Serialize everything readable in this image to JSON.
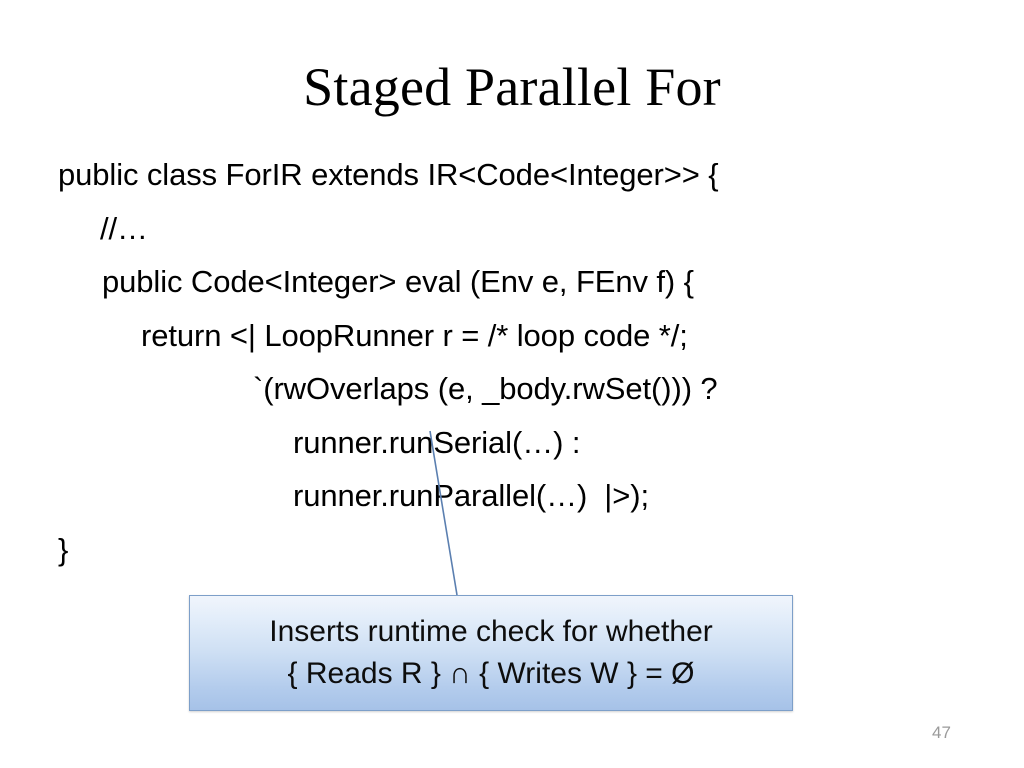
{
  "slide": {
    "title": "Staged Parallel For",
    "page_number": "47",
    "background_color": "#ffffff",
    "text_color": "#000000",
    "page_number_color": "#9a9a9a"
  },
  "code": {
    "lines": [
      {
        "text": "public class ForIR extends IR<Code<Integer>> {",
        "indent": 0
      },
      {
        "text": "//…",
        "indent": 1
      },
      {
        "text": "public Code<Integer> eval (Env e, FEnv f) {",
        "indent": 2
      },
      {
        "text": "return <| LoopRunner r = /* loop code */;",
        "indent": 3
      },
      {
        "text": "`(rwOverlaps (e, _body.rwSet())) ?",
        "indent": 4
      },
      {
        "text": "runner.runSerial(…) :",
        "indent": 5
      },
      {
        "text": "runner.runParallel(…)  |>);",
        "indent": 6
      },
      {
        "text": "}",
        "indent": 7
      }
    ]
  },
  "callout": {
    "line1": "Inserts runtime check for whether",
    "line2": "{ Reads R } ∩ { Writes W } = Ø",
    "border_color": "#7d9fc9",
    "fill_top_color": "#f0f5fc",
    "fill_bottom_color": "#a6c2e8",
    "text_color": "#0d0d0d"
  },
  "connector": {
    "color": "#5b7fb0",
    "from": "runner.runSerial line",
    "to": "callout box"
  }
}
